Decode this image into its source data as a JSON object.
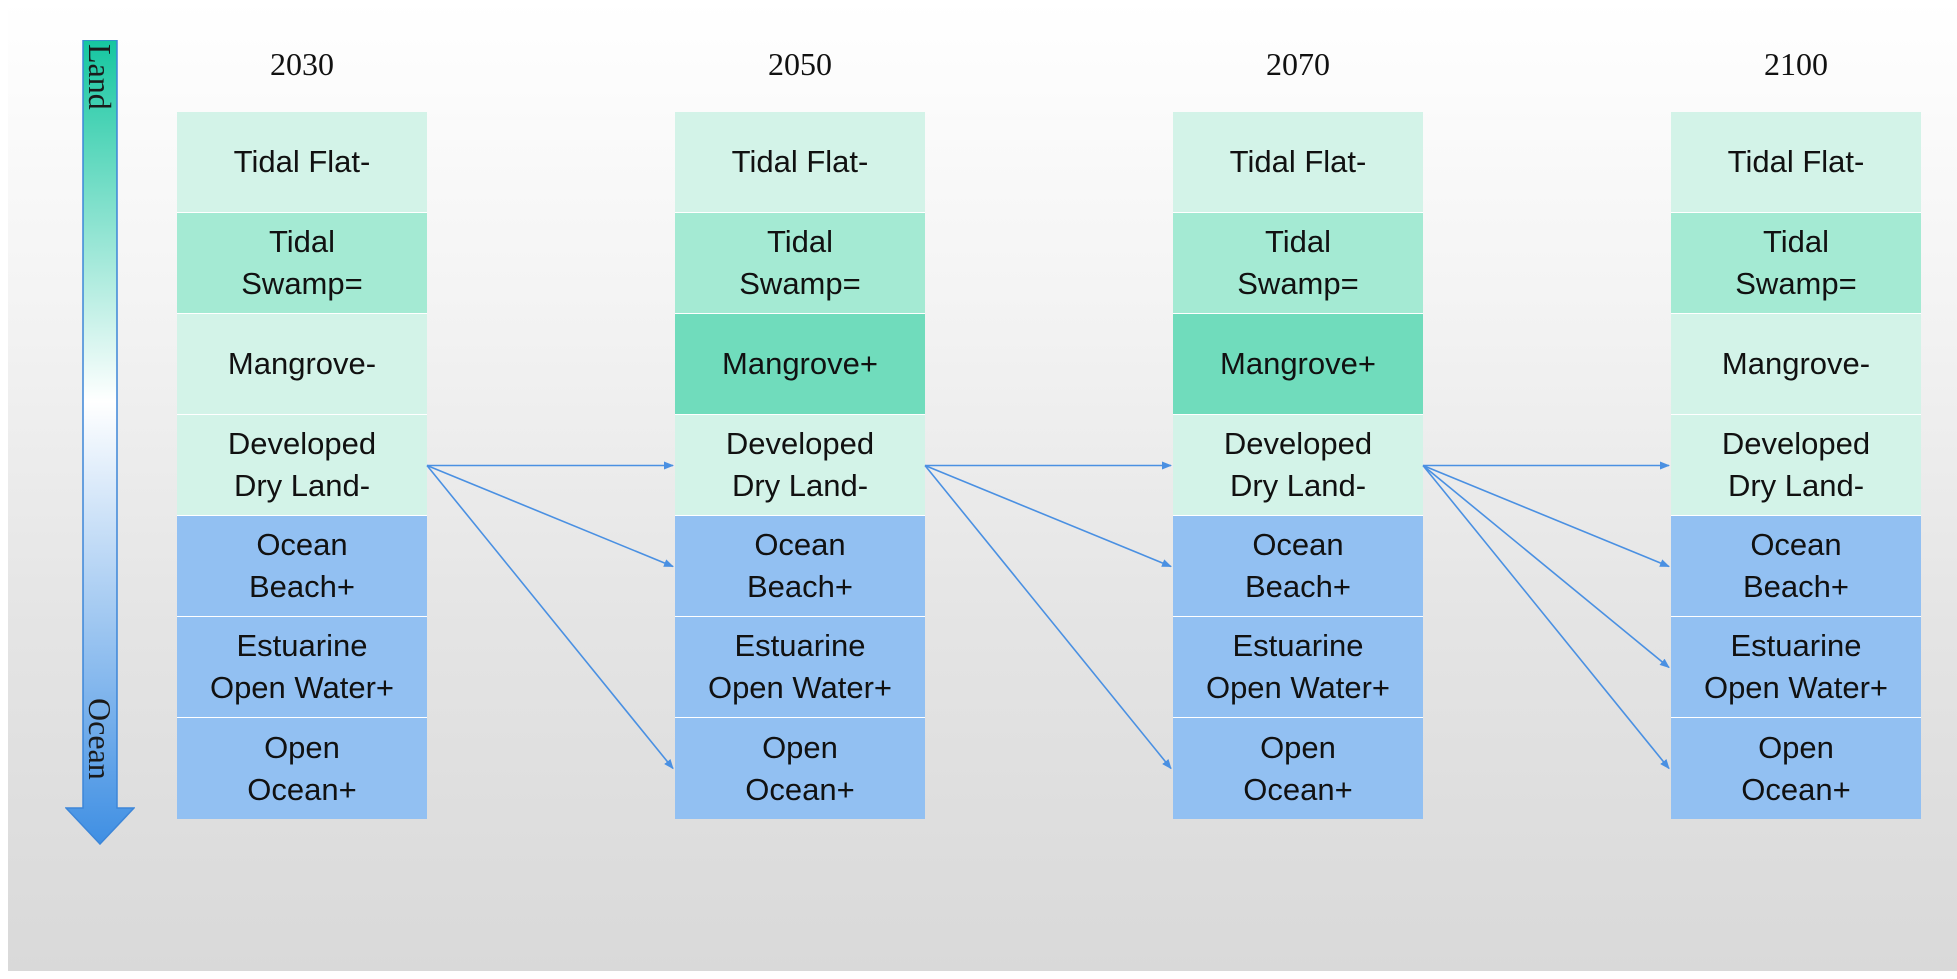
{
  "axis": {
    "top_label": "Land",
    "bottom_label": "Ocean",
    "colors": {
      "top": "#15c6a0",
      "middle": "#ffffff",
      "bottom": "#3f8fe3"
    }
  },
  "colors": {
    "light": "#d3f3e8",
    "mid": "#a4ead3",
    "dark": "#70dcbc",
    "ocean": "#92c0f2",
    "arrow": "#4a90e2"
  },
  "columns": [
    {
      "year": "2030",
      "cells": [
        {
          "label": "Tidal Flat-",
          "shade": "light"
        },
        {
          "label": "Tidal\nSwamp=",
          "shade": "mid"
        },
        {
          "label": "Mangrove-",
          "shade": "light"
        },
        {
          "label": "Developed\nDry Land-",
          "shade": "light"
        },
        {
          "label": "Ocean\nBeach+",
          "shade": "ocean"
        },
        {
          "label": "Estuarine\nOpen Water+",
          "shade": "ocean"
        },
        {
          "label": "Open\nOcean+",
          "shade": "ocean"
        }
      ]
    },
    {
      "year": "2050",
      "cells": [
        {
          "label": "Tidal Flat-",
          "shade": "light"
        },
        {
          "label": "Tidal\nSwamp=",
          "shade": "mid"
        },
        {
          "label": "Mangrove+",
          "shade": "dark"
        },
        {
          "label": "Developed\nDry Land-",
          "shade": "light"
        },
        {
          "label": "Ocean\nBeach+",
          "shade": "ocean"
        },
        {
          "label": "Estuarine\nOpen Water+",
          "shade": "ocean"
        },
        {
          "label": "Open\nOcean+",
          "shade": "ocean"
        }
      ]
    },
    {
      "year": "2070",
      "cells": [
        {
          "label": "Tidal Flat-",
          "shade": "light"
        },
        {
          "label": "Tidal\nSwamp=",
          "shade": "mid"
        },
        {
          "label": "Mangrove+",
          "shade": "dark"
        },
        {
          "label": "Developed\nDry Land-",
          "shade": "light"
        },
        {
          "label": "Ocean\nBeach+",
          "shade": "ocean"
        },
        {
          "label": "Estuarine\nOpen Water+",
          "shade": "ocean"
        },
        {
          "label": "Open\nOcean+",
          "shade": "ocean"
        }
      ]
    },
    {
      "year": "2100",
      "cells": [
        {
          "label": "Tidal Flat-",
          "shade": "light"
        },
        {
          "label": "Tidal\nSwamp=",
          "shade": "mid"
        },
        {
          "label": "Mangrove-",
          "shade": "light"
        },
        {
          "label": "Developed\nDry Land-",
          "shade": "light"
        },
        {
          "label": "Ocean\nBeach+",
          "shade": "ocean"
        },
        {
          "label": "Estuarine\nOpen Water+",
          "shade": "ocean"
        },
        {
          "label": "Open\nOcean+",
          "shade": "ocean"
        }
      ]
    }
  ],
  "flows": [
    {
      "from_column": 0,
      "from_cell": 3,
      "to_column": 1,
      "to_cells": [
        3,
        4,
        6
      ]
    },
    {
      "from_column": 1,
      "from_cell": 3,
      "to_column": 2,
      "to_cells": [
        3,
        4,
        6
      ]
    },
    {
      "from_column": 2,
      "from_cell": 3,
      "to_column": 3,
      "to_cells": [
        3,
        4,
        5,
        6
      ]
    }
  ]
}
